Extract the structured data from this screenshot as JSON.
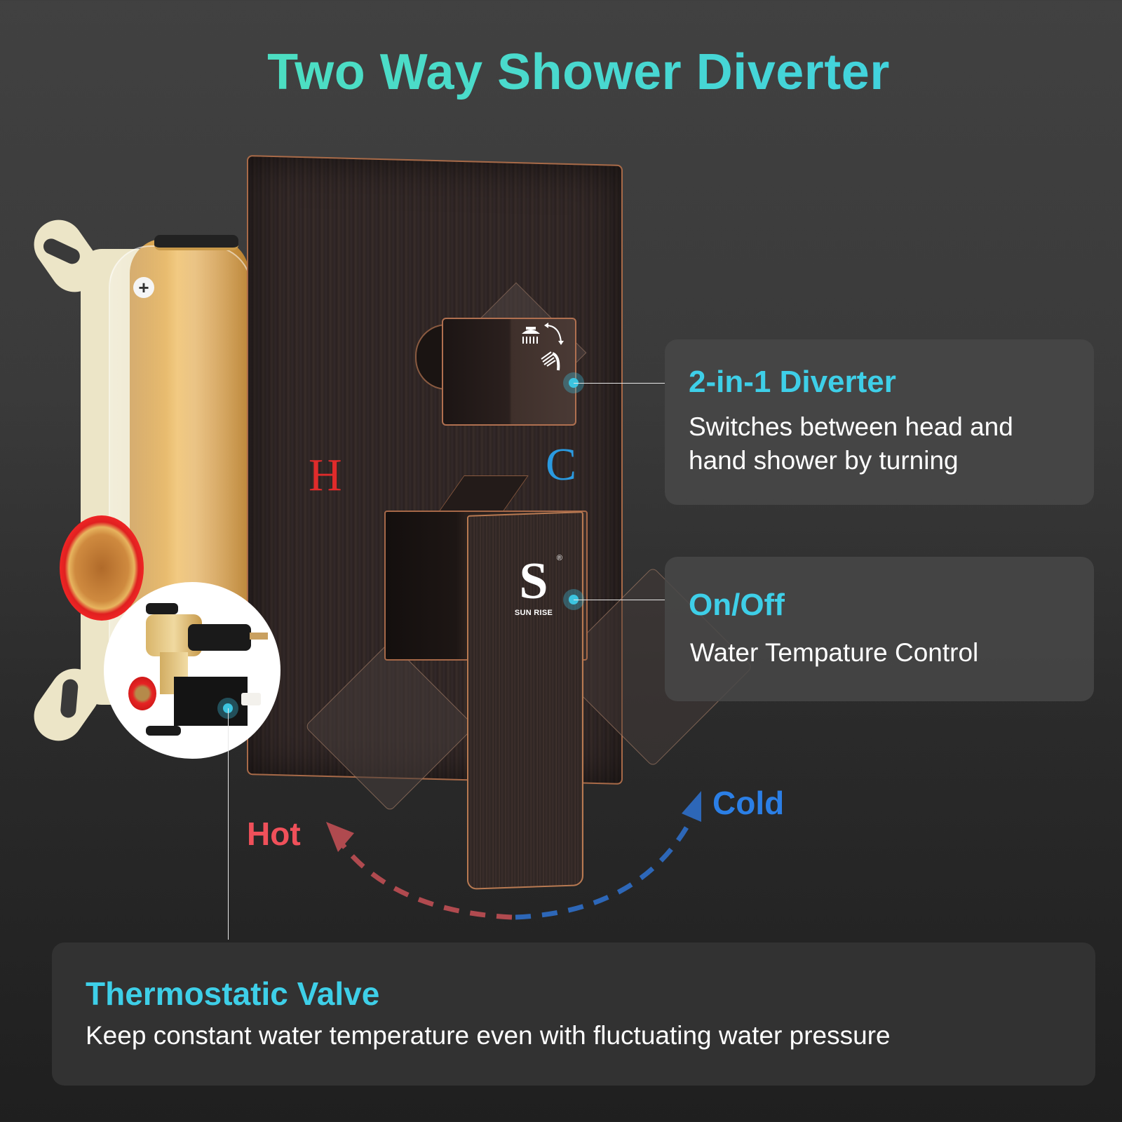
{
  "title": "Two Way Shower Diverter",
  "colors": {
    "title_gradient_start": "#4fe3b6",
    "title_gradient_end": "#3ccdea",
    "accent_cyan": "#3ecfe8",
    "hot_red": "#f0505a",
    "cold_blue": "#2b7fe6",
    "h_letter": "#e02b2b",
    "c_letter": "#2a9ae0",
    "bg_top": "#414141",
    "bg_bottom": "#1f1f1f",
    "card_bg": "#484848",
    "copper_edge": "#b07050"
  },
  "product": {
    "faceplate_labels": {
      "hot": "H",
      "cold": "C"
    },
    "brand": {
      "logo_letter": "S",
      "registered": "®",
      "name": "SUN RISE"
    },
    "diverter_icons": [
      "rain-shower-head-icon",
      "hand-shower-icon",
      "curved-double-arrow-icon"
    ]
  },
  "callouts": [
    {
      "title": "2-in-1 Diverter",
      "lines": [
        "Switches between head and",
        "hand shower by turning"
      ]
    },
    {
      "title": "On/Off",
      "lines": [
        "Water Tempature Control"
      ]
    },
    {
      "title": "Thermostatic Valve",
      "lines": [
        "Keep constant water temperature even with fluctuating water pressure"
      ]
    }
  ],
  "temperature_arc": {
    "left_label": "Hot",
    "right_label": "Cold"
  }
}
